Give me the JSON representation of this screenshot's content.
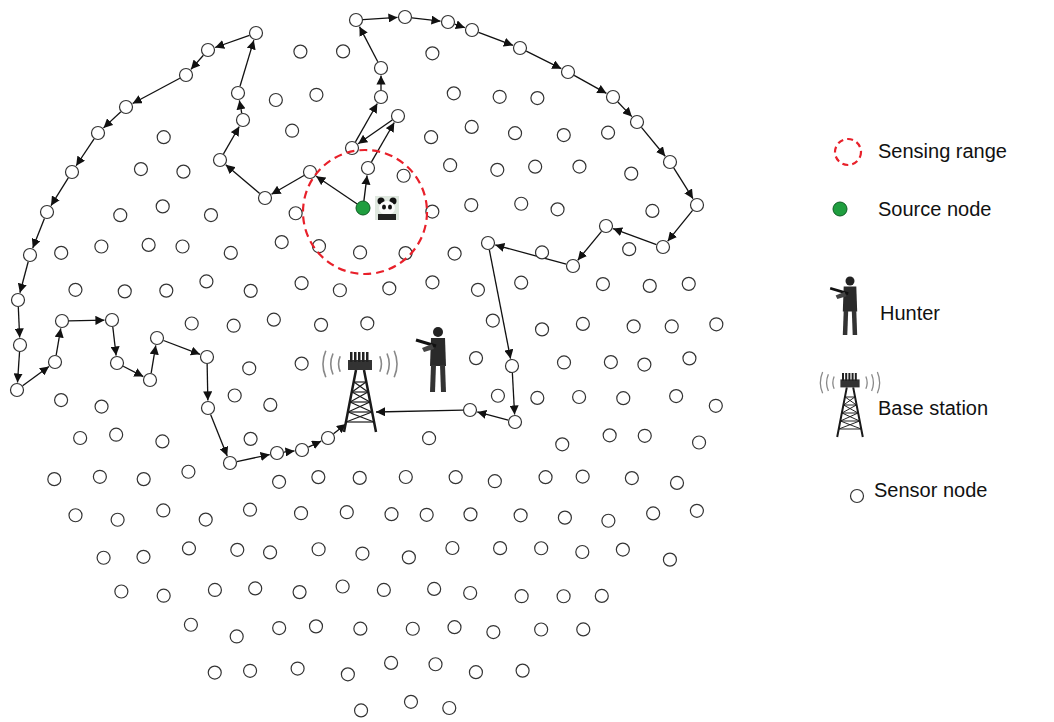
{
  "diagram": {
    "legend": [
      {
        "text": "Sensing range"
      },
      {
        "text": "Source node"
      },
      {
        "text": "Hunter"
      },
      {
        "text": "Base station"
      },
      {
        "text": "Sensor node"
      }
    ]
  }
}
